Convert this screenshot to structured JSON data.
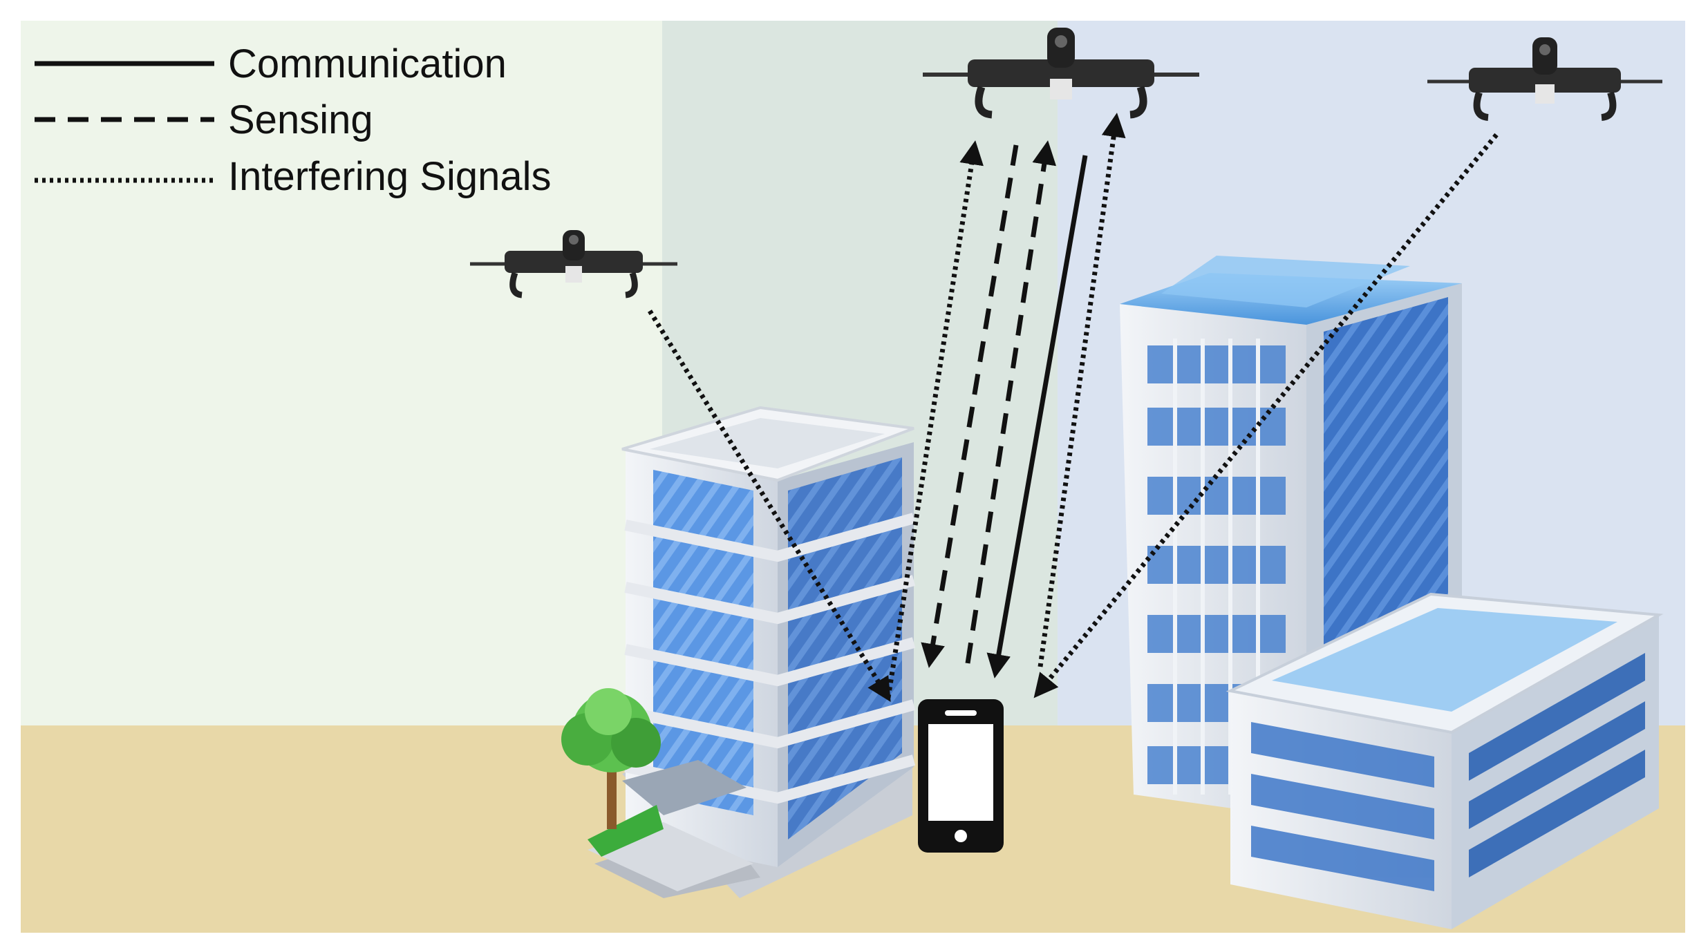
{
  "legend": {
    "items": [
      {
        "label": "Communication",
        "style": "solid"
      },
      {
        "label": "Sensing",
        "style": "dashed"
      },
      {
        "label": "Interfering Signals",
        "style": "dotted"
      }
    ]
  },
  "colors": {
    "zone_left": "#eef5ea",
    "zone_middle": "#dbe6e0",
    "zone_right": "#dae3f1",
    "ground": "#e8d8a8",
    "signal": "#111111",
    "glass": "#4f8fe0",
    "facade": "#e9edf3",
    "tree": "#3cac3c"
  },
  "icons": [
    "drone-icon",
    "office-building-icon",
    "skyscraper-icon",
    "tree-icon",
    "smartphone-icon"
  ]
}
